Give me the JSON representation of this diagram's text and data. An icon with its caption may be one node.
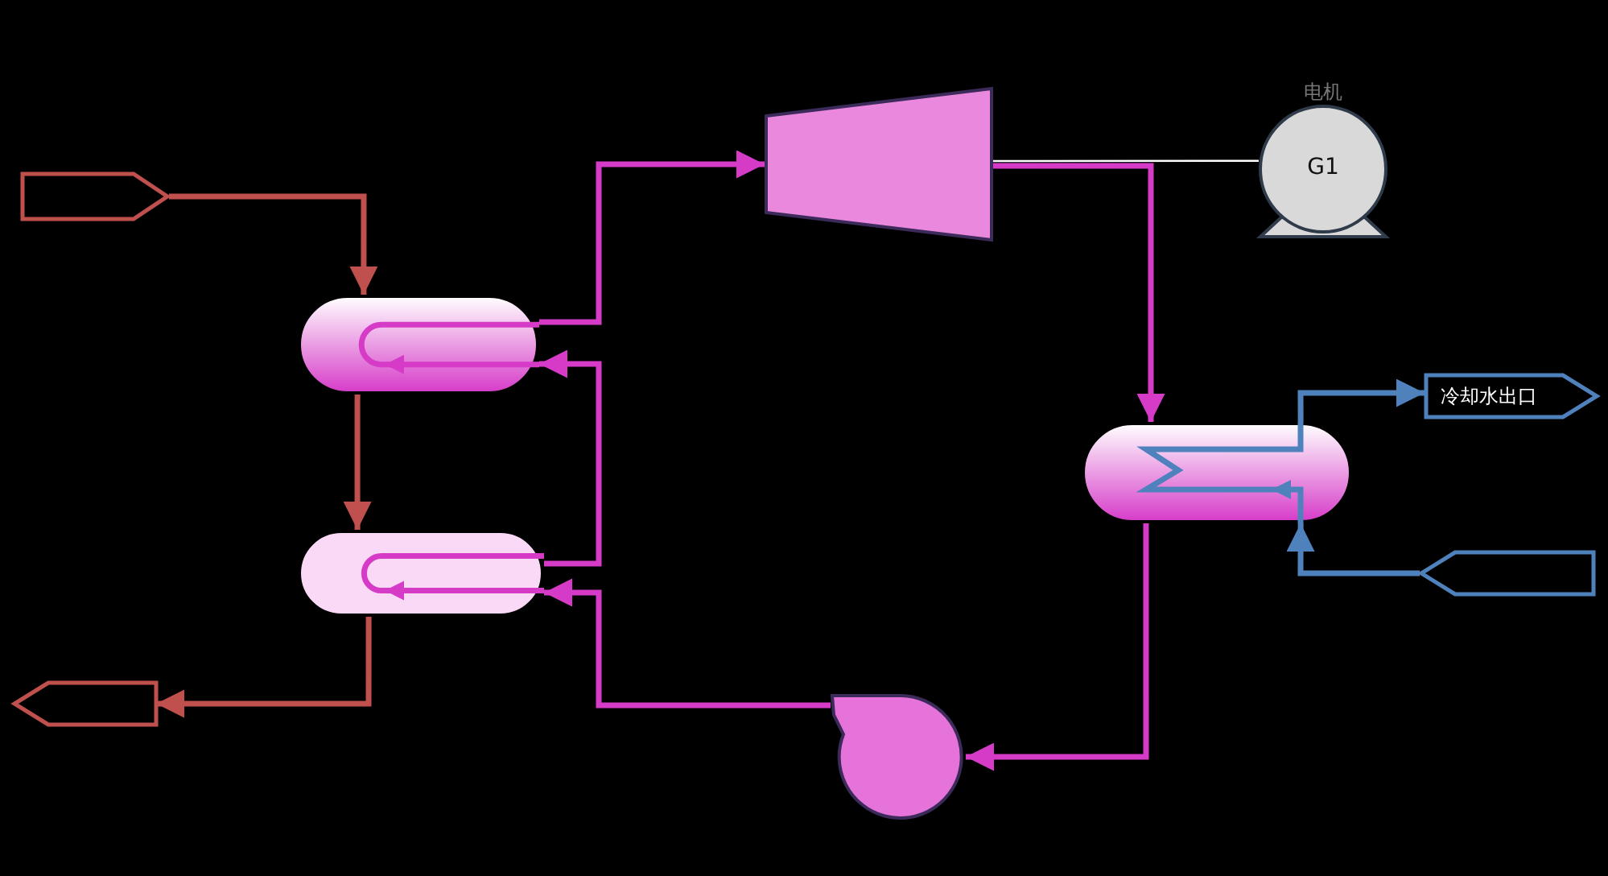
{
  "diagram": {
    "nodes": [
      {
        "text": [],
        "shape": "box"
      },
      {
        "text": [],
        "shape": "cylinder"
      },
      {
        "text": [],
        "shape": "cylinder"
      },
      {
        "text": [],
        "shape": "box"
      },
      {
        "text": [],
        "shape": "trapezoid"
      },
      {
        "text": [
          "G1"
        ],
        "beside": [
          "电机"
        ]
      },
      {
        "text": [],
        "shape": "cylinder"
      },
      {
        "text": [
          "冷却水出口"
        ]
      },
      {
        "text": [],
        "shape": "box"
      },
      {
        "text": [],
        "shape": "circle"
      }
    ],
    "edges": [
      {
        "from": 0,
        "to": 1,
        "arrow": "to",
        "color": "#c0504d"
      },
      {
        "from": 1,
        "to": 2,
        "arrow": "to",
        "color": "#c0504d"
      },
      {
        "from": 2,
        "to": 3,
        "arrow": "to",
        "color": "#c0504d"
      },
      {
        "from": 1,
        "to": 4,
        "arrow": "to",
        "color": "#d63bc8"
      },
      {
        "from": 4,
        "to": 5,
        "arrow": "none",
        "color": "#ffffff"
      },
      {
        "from": 4,
        "to": 6,
        "arrow": "to",
        "color": "#d63bc8"
      },
      {
        "from": 6,
        "to": 9,
        "arrow": "to",
        "color": "#d63bc8"
      },
      {
        "from": 9,
        "to": 2,
        "arrow": "to",
        "color": "#d63bc8"
      },
      {
        "from": 2,
        "to": 1,
        "arrow": "to",
        "color": "#d63bc8"
      },
      {
        "from": 8,
        "to": 6,
        "arrow": "to",
        "color": "#4f81bd"
      },
      {
        "from": 6,
        "to": 7,
        "arrow": "to",
        "color": "#4f81bd"
      }
    ]
  }
}
